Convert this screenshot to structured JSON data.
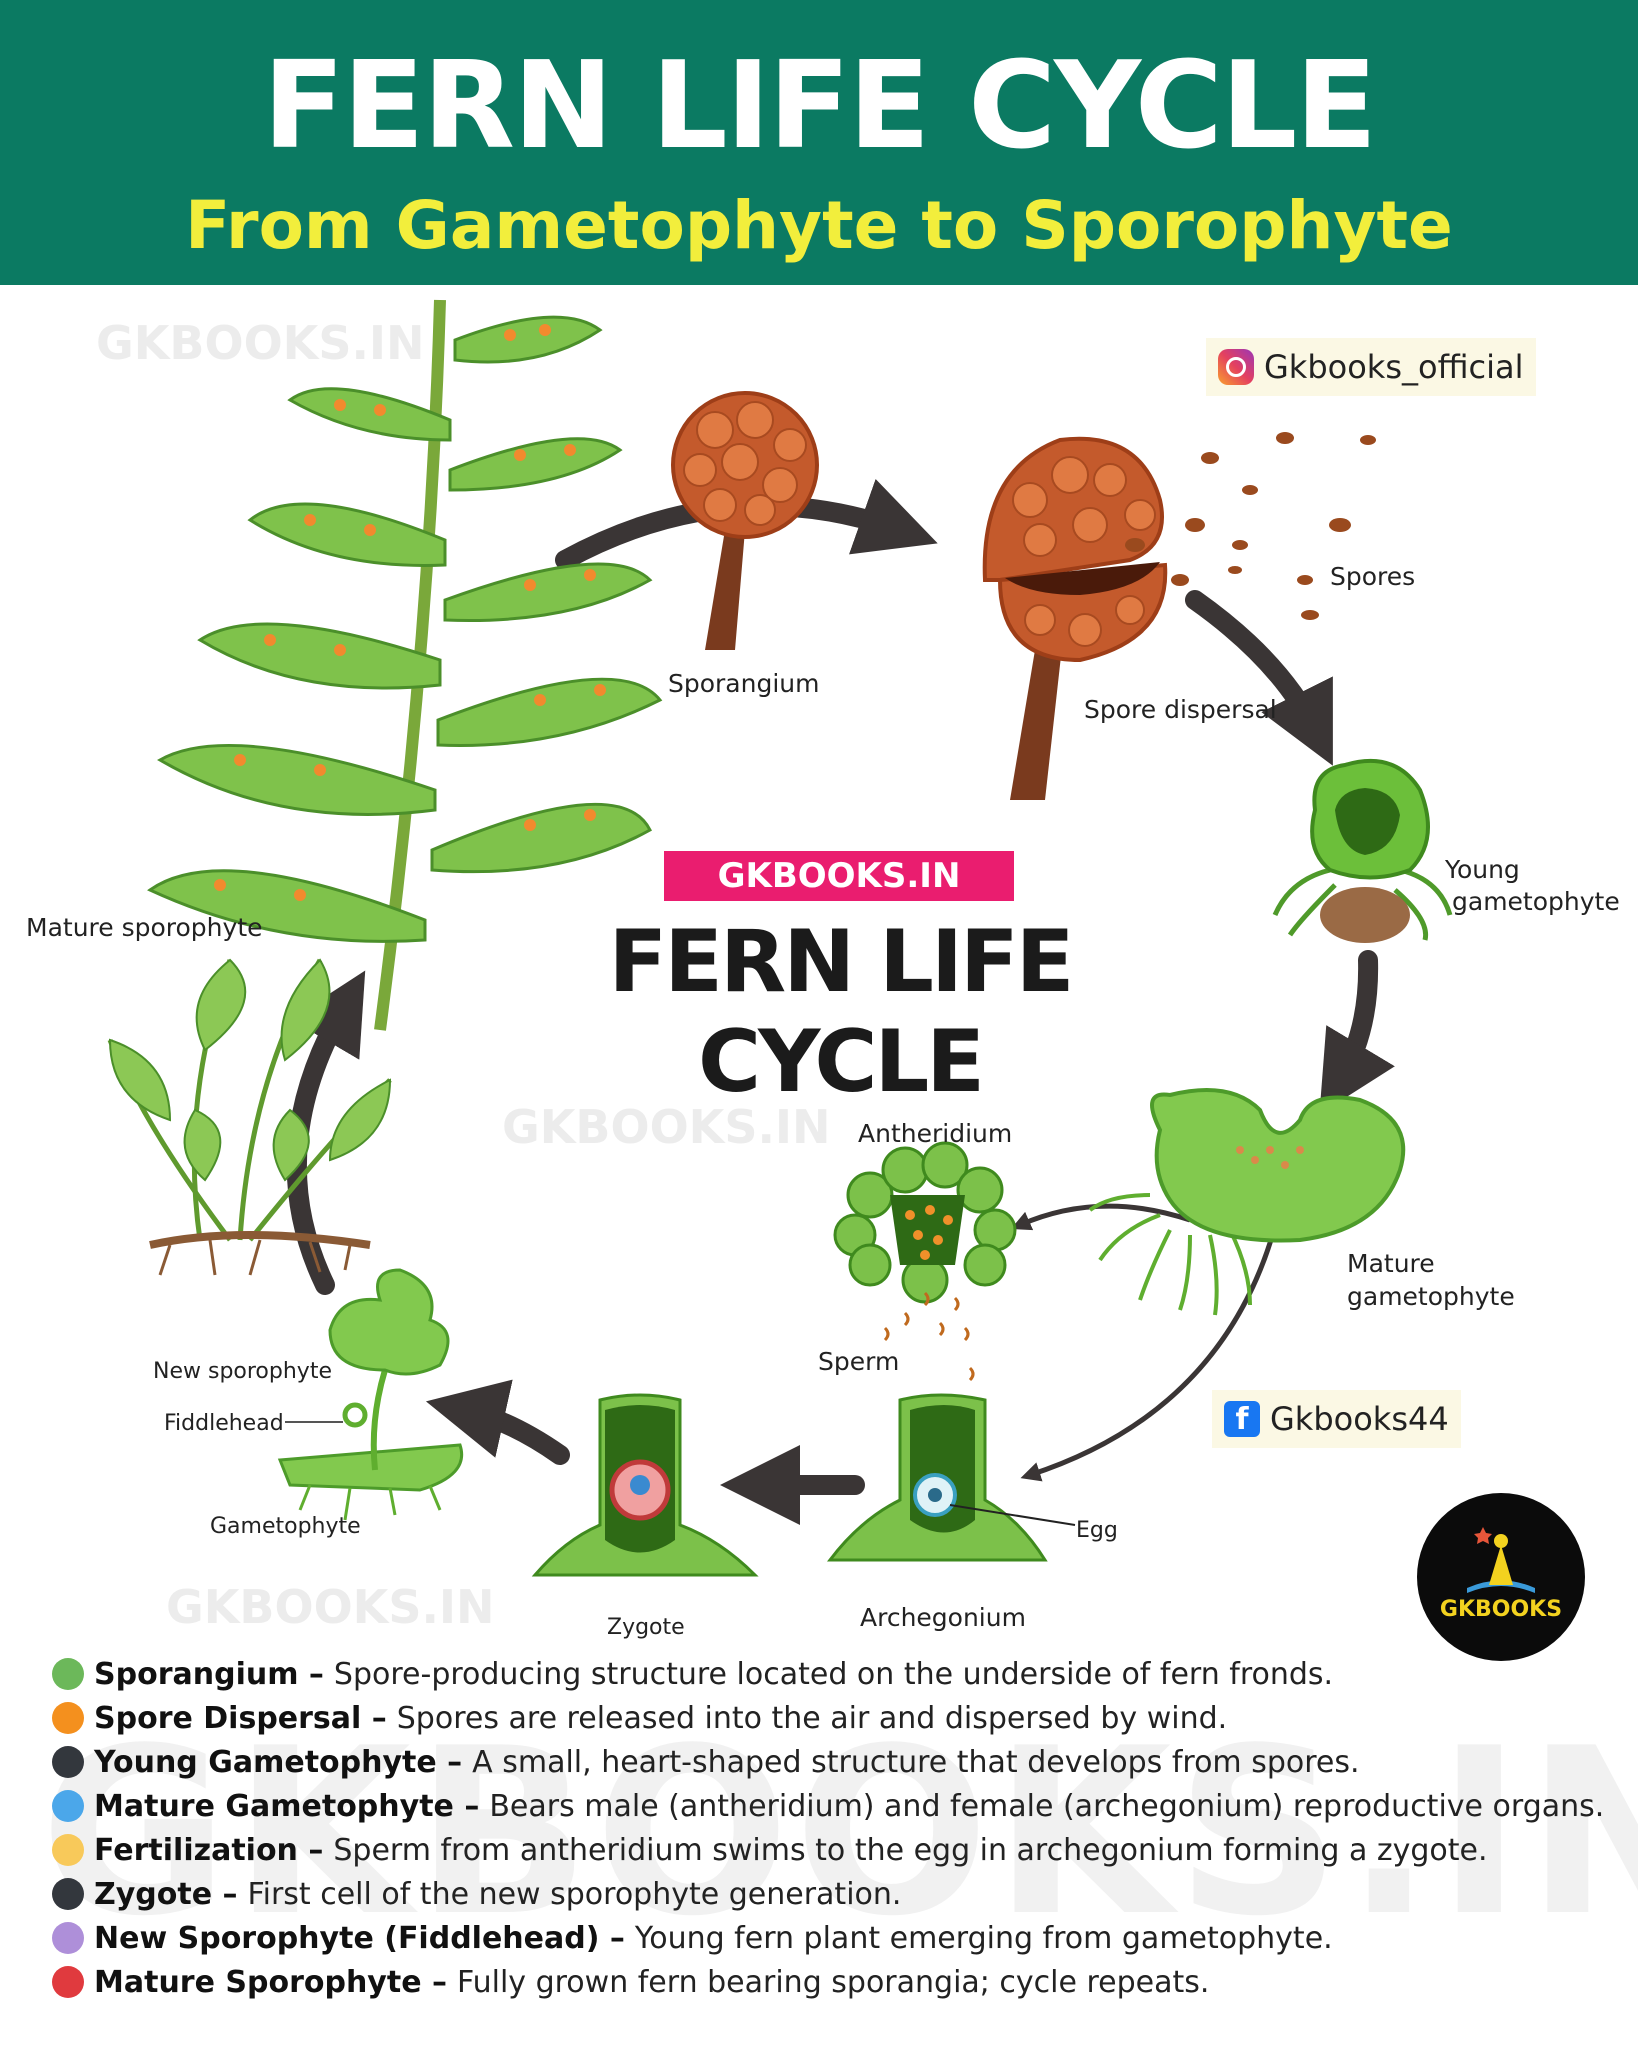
{
  "header": {
    "title": "FERN LIFE CYCLE",
    "subtitle": "From Gametophyte to Sporophyte"
  },
  "watermarks": {
    "top_left": "GKBOOKS.IN",
    "center": "GKBOOKS.IN",
    "bottom_left": "GKBOOKS.IN",
    "large": "GKBOOKS.IN"
  },
  "social": {
    "instagram": "Gkbooks_official",
    "facebook": "Gkbooks44"
  },
  "center": {
    "tag": "GKBOOKS.IN",
    "title": "FERN LIFE CYCLE"
  },
  "labels": {
    "sporangium": "Sporangium",
    "spore_dispersal": "Spore dispersal",
    "spores": "Spores",
    "young_gametophyte_1": "Young",
    "young_gametophyte_2": "gametophyte",
    "mature_gametophyte_1": "Mature",
    "mature_gametophyte_2": "gametophyte",
    "antheridium": "Antheridium",
    "sperm": "Sperm",
    "egg": "Egg",
    "archegonium": "Archegonium",
    "zygote": "Zygote",
    "new_sporophyte": "New sporophyte",
    "fiddlehead": "Fiddlehead",
    "gametophyte": "Gametophyte",
    "mature_sporophyte": "Mature sporophyte"
  },
  "logo": {
    "text": "GKBOOKS"
  },
  "colors": {
    "header_bg": "#0b7a62",
    "subtitle": "#f2ee3c",
    "tag_bg": "#ea1d6f",
    "arrow": "#3a3535"
  },
  "legend": [
    {
      "term": "Sporangium –",
      "desc": "Spore-producing structure located on the underside of fern fronds.",
      "color": "#6cb85a"
    },
    {
      "term": "Spore Dispersal –",
      "desc": "Spores are released into the air and dispersed by wind.",
      "color": "#f4901e"
    },
    {
      "term": "Young Gametophyte –",
      "desc": "A small, heart-shaped structure that develops from spores.",
      "color": "#33373d"
    },
    {
      "term": "Mature Gametophyte –",
      "desc": "Bears male (antheridium) and female (archegonium) reproductive organs.",
      "color": "#4ba7ea"
    },
    {
      "term": "Fertilization –",
      "desc": "Sperm from antheridium swims to the egg in archegonium forming a zygote.",
      "color": "#f8c95a"
    },
    {
      "term": "Zygote –",
      "desc": "First cell of the new sporophyte generation.",
      "color": "#33373d"
    },
    {
      "term": "New Sporophyte (Fiddlehead) –",
      "desc": "Young fern plant emerging from gametophyte.",
      "color": "#ae8fd9"
    },
    {
      "term": "Mature Sporophyte –",
      "desc": "Fully grown fern bearing sporangia; cycle repeats.",
      "color": "#e03a3e"
    }
  ]
}
